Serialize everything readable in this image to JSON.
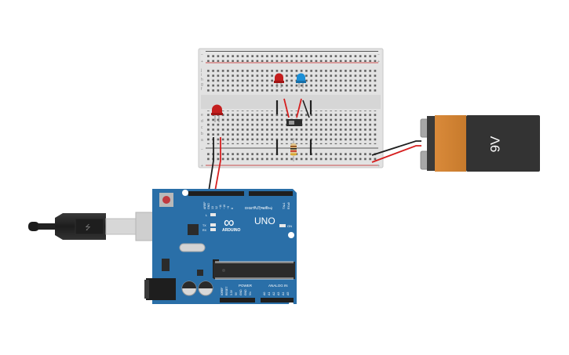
{
  "arduino": {
    "logo_symbol": "∞",
    "brand": "ARDUINO",
    "model": "UNO",
    "led_l": "L",
    "led_tx": "TX",
    "led_rx": "RX",
    "on_label": "ON",
    "digital_header": "DIGITAL (PWM~)",
    "power_label": "POWER",
    "analog_label": "ANALOG IN",
    "top_pins": [
      "AREF",
      "GND",
      "13",
      "12",
      "~11",
      "~10",
      "~9",
      "8",
      "7",
      "~6",
      "~5",
      "4",
      "~3",
      "2",
      "TX▸1",
      "RX◂0"
    ],
    "power_pins": [
      "IOREF",
      "RESET",
      "3.3V",
      "5V",
      "GND",
      "GND",
      "Vin"
    ],
    "analog_pins": [
      "A0",
      "A1",
      "A2",
      "A3",
      "A4",
      "A5"
    ]
  },
  "battery": {
    "label": "9V"
  },
  "breadboard": {
    "rail_minus": "−",
    "rail_plus": "+",
    "row_letters_top": [
      "j",
      "i",
      "h",
      "g",
      "f"
    ],
    "row_letters_bottom": [
      "e",
      "d",
      "c",
      "b",
      "a"
    ]
  },
  "components": {
    "led_left_color": "#c41e1e",
    "led_mid_color": "#c41e1e",
    "led_blue_color": "#1c8fd6",
    "wire_red": "#d61f1f",
    "wire_black": "#222222",
    "board_color": "#2a6fa8"
  }
}
